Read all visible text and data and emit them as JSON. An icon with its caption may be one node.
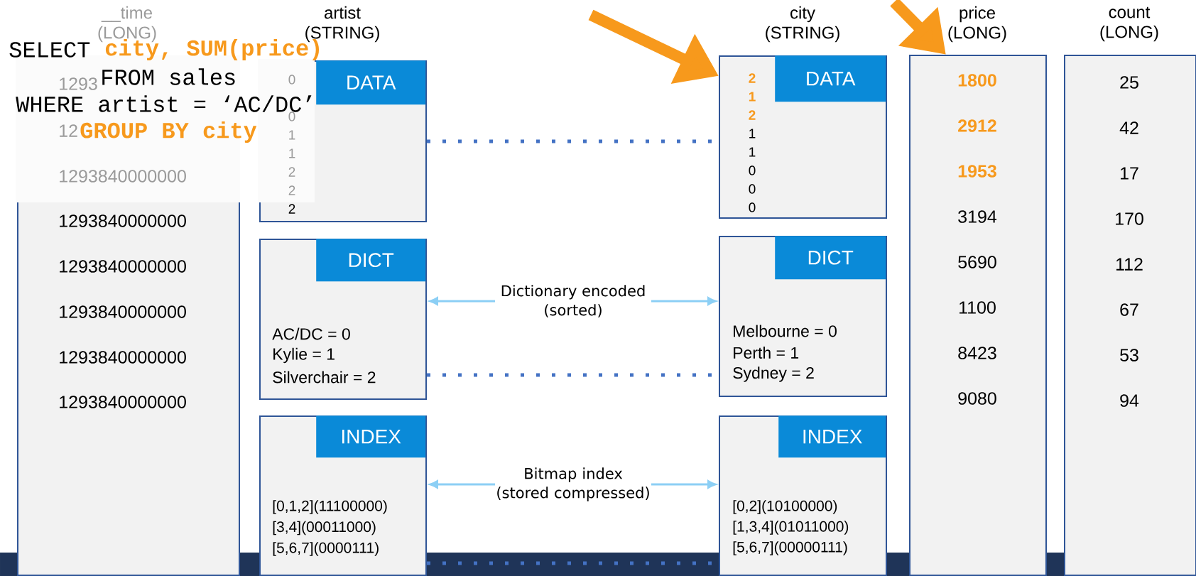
{
  "diagram": {
    "nodes": [
      {
        "text": [
          "__time (LONG)",
          "1293",
          "12",
          "1293840000000",
          "1293840000000",
          "1293840000000",
          "1293840000000",
          "1293840000000",
          "1293840000000"
        ]
      },
      {
        "text": [
          "artist (STRING)",
          "DATA",
          "0",
          "0",
          "1",
          "1",
          "2",
          "2",
          "2"
        ]
      },
      {
        "text": [
          "DICT",
          "AC/DC = 0",
          "Kylie = 1",
          "Silverchair = 2"
        ]
      },
      {
        "text": [
          "INDEX",
          "[0,1,2](11100000)",
          "[3,4](00011000)",
          "[5,6,7](0000111)"
        ]
      },
      {
        "text": [
          "city (STRING)",
          "DATA",
          "2",
          "1",
          "2",
          "1",
          "1",
          "0",
          "0",
          "0"
        ]
      },
      {
        "text": [
          "DICT",
          "Melbourne = 0",
          "Perth = 1",
          "Sydney = 2"
        ]
      },
      {
        "text": [
          "INDEX",
          "[0,2](10100000)",
          "[1,3,4](01011000)",
          "[5,6,7](00000111)"
        ]
      },
      {
        "text": [
          "price (LONG)",
          "1800",
          "2912",
          "1953",
          "3194",
          "5690",
          "1100",
          "8423",
          "9080"
        ]
      },
      {
        "text": [
          "count (LONG)",
          "25",
          "42",
          "17",
          "170",
          "112",
          "67",
          "53",
          "94"
        ]
      },
      {
        "text": [
          "Dictionary encoded (sorted)"
        ]
      },
      {
        "text": [
          "Bitmap index (stored compressed)"
        ]
      },
      {
        "text": [
          "SELECT",
          "city, SUM(price)",
          "FROM sales",
          "WHERE artist = ‘AC/DC’",
          "GROUP BY city"
        ]
      }
    ],
    "edges": [
      {
        "from": 9,
        "to": 2,
        "arrow": "to",
        "color": "#8ccff5"
      },
      {
        "from": 9,
        "to": 5,
        "arrow": "to",
        "color": "#8ccff5"
      },
      {
        "from": 10,
        "to": 3,
        "arrow": "to",
        "color": "#8ccff5"
      },
      {
        "from": 10,
        "to": 6,
        "arrow": "to",
        "color": "#8ccff5"
      },
      {
        "from": 1,
        "to": 4,
        "arrow": "none",
        "style": "dashed",
        "color": "#4472c4"
      },
      {
        "from": 2,
        "to": 5,
        "arrow": "none",
        "style": "dashed",
        "color": "#4472c4"
      },
      {
        "from": 3,
        "to": 6,
        "arrow": "none",
        "style": "dashed",
        "color": "#4472c4"
      },
      {
        "from": null,
        "to": 4,
        "arrow": "to",
        "style": "thick",
        "color": "#f7991c"
      },
      {
        "from": null,
        "to": 7,
        "arrow": "to",
        "style": "thick",
        "color": "#f7991c"
      }
    ]
  }
}
